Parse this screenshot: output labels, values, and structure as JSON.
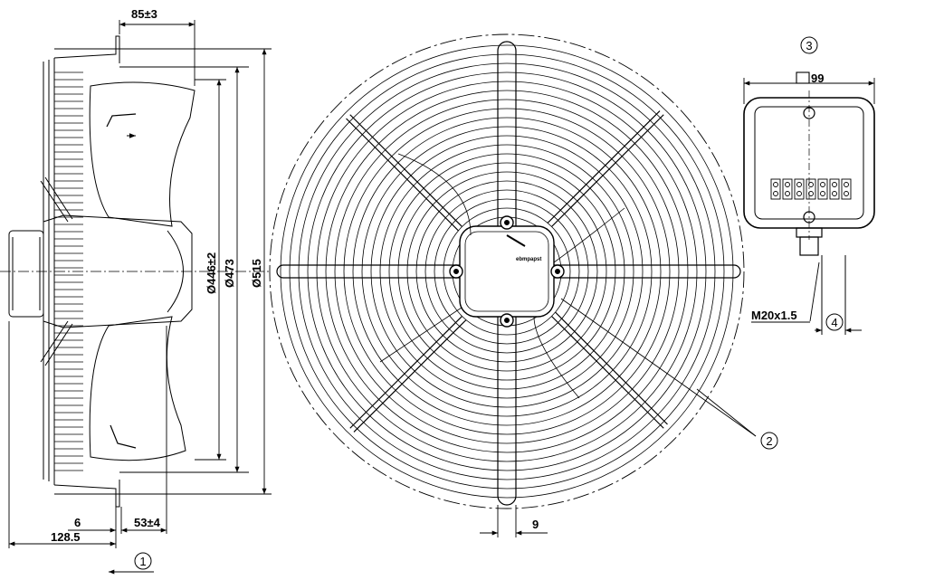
{
  "side_view": {
    "dim_top": "85±3",
    "dim_d_inner": "Ø446±2",
    "dim_d_mid": "Ø473",
    "dim_d_outer": "Ø515",
    "dim_bottom_left": "6",
    "dim_bottom_mid": "53±4",
    "dim_total": "128.5"
  },
  "front_view": {
    "dim_strut": "9",
    "badge": "ebmpapst"
  },
  "terminal_box": {
    "dim_square": "99",
    "cable_gland": "M20x1.5"
  },
  "callouts": [
    "1",
    "2",
    "3",
    "4"
  ],
  "colors": {
    "line": "#000000",
    "background": "#ffffff"
  }
}
